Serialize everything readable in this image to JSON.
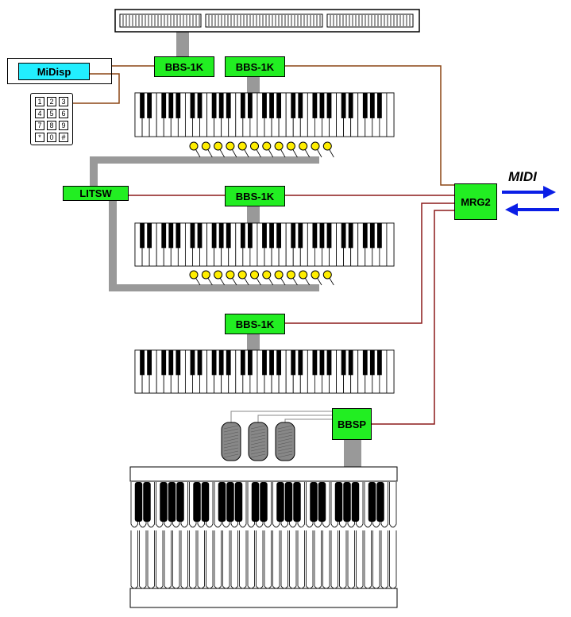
{
  "modules": {
    "midisp": "MiDisp",
    "bbs_upper_left": "BBS-1K",
    "bbs_upper_right": "BBS-1K",
    "litsw": "LITSW",
    "bbs_middle": "BBS-1K",
    "bbs_lower": "BBS-1K",
    "mrg2": "MRG2",
    "bbsp": "BBSP"
  },
  "midi_label": "MIDI",
  "keypad_keys": [
    "1",
    "2",
    "3",
    "4",
    "5",
    "6",
    "7",
    "8",
    "9",
    "*",
    "0",
    "#"
  ],
  "colors": {
    "module_green": "#22ee22",
    "display_cyan": "#22eeff",
    "wire_red": "#8b1a1a",
    "wire_brown": "#8b4513",
    "cable_gray": "#999999",
    "midi_blue": "#0a1ee6",
    "lamp_yellow": "#ffee00"
  }
}
